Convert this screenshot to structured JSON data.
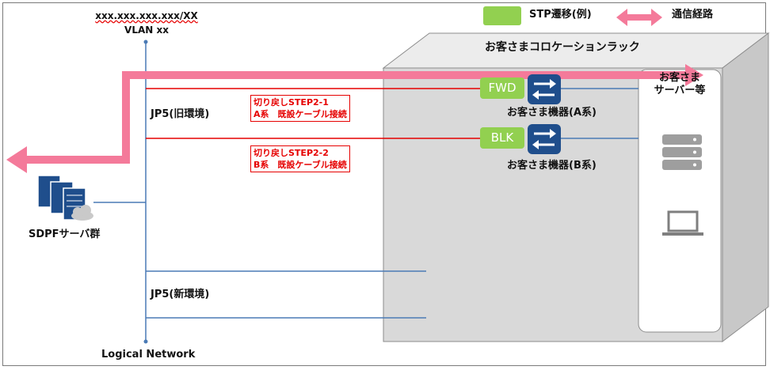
{
  "vlan": {
    "address": "xxx.xxx.xxx.xxx/XX",
    "name": "VLAN xx"
  },
  "legend": {
    "stp_label": "STP遷移(例)",
    "route_label": "通信経路",
    "stp_color": "#92d050",
    "route_color": "#f47a9a"
  },
  "rack": {
    "title": "お客さまコロケーションラック"
  },
  "server": {
    "title_line1": "お客さま",
    "title_line2": "サーバー等"
  },
  "network_labels": {
    "old_env": "JP5(旧環境)",
    "new_env": "JP5(新環境)",
    "logical": "Logical Network"
  },
  "sdpf": {
    "label": "SDPFサーバ群"
  },
  "steps": {
    "a": {
      "line1": "切り戻しSTEP2-1",
      "line2": "A系　既設ケーブル接続"
    },
    "b": {
      "line1": "切り戻しSTEP2-2",
      "line2": "B系　既設ケーブル接続"
    }
  },
  "devices": {
    "a": {
      "state": "FWD",
      "label": "お客さま機器(A系)"
    },
    "b": {
      "state": "BLK",
      "label": "お客さま機器(B系)"
    }
  },
  "colors": {
    "link_red": "#e60000",
    "link_blue": "#4a7ab5",
    "rack_face": "#d9d9d9",
    "switch_blue": "#1f4e8c"
  }
}
